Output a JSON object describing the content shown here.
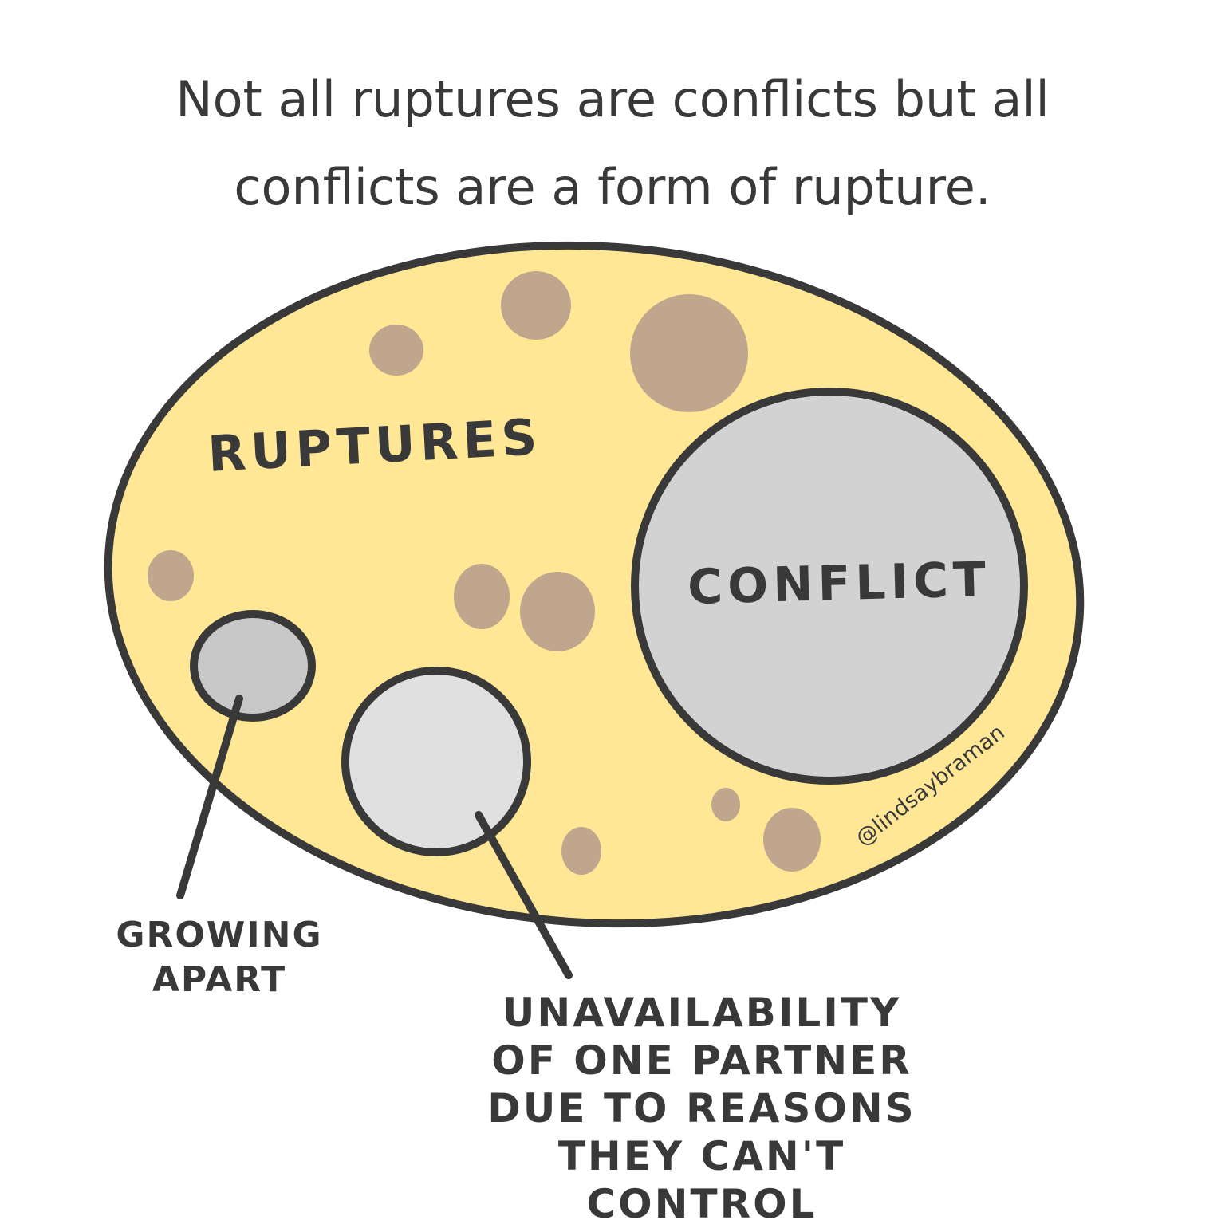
{
  "title": {
    "line1": "Not all ruptures are conflicts but all",
    "line2": "conflicts are a form of rupture."
  },
  "diagram": {
    "outer_set": {
      "label": "RUPTURES",
      "fill": "#FFE795",
      "stroke": "#393939"
    },
    "conflict_set": {
      "label": "CONFLICT",
      "fill": "#D2D2D2"
    },
    "growing_apart_set": {
      "fill": "#C8C8C8"
    },
    "unavailability_set": {
      "fill": "#E0E0E0"
    },
    "dot_color": "#BFA68C",
    "watermark": "@lindsaybraman"
  },
  "callouts": {
    "growing_apart": {
      "line1": "GROWING",
      "line2": "APART"
    },
    "unavailability": {
      "line1": "UNAVAILABILITY",
      "line2": "OF ONE PARTNER",
      "line3": "DUE TO REASONS",
      "line4": "THEY CAN'T CONTROL"
    }
  }
}
